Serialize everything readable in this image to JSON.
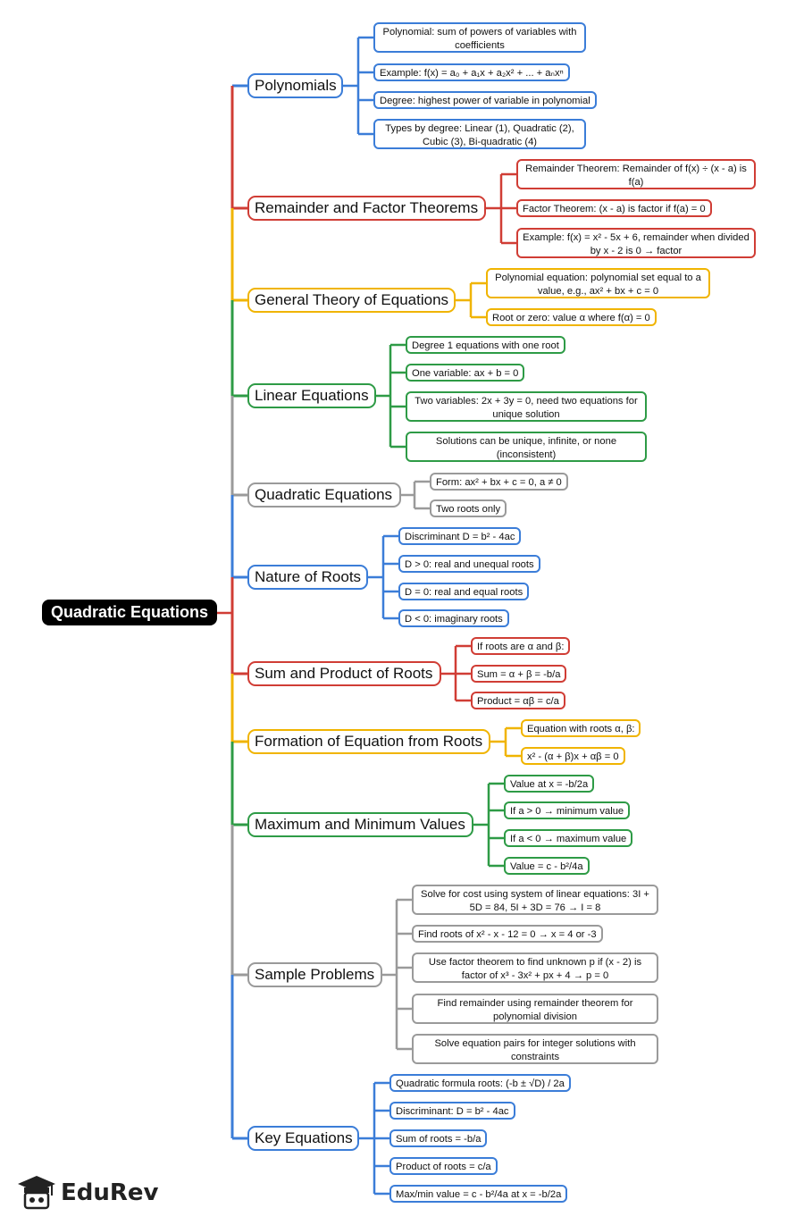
{
  "title": "Quadratic Equations",
  "brand": "EduRev",
  "colors": {
    "blue": "#3b7dd8",
    "red": "#d03d35",
    "yellow": "#f0b400",
    "green": "#2e9b46",
    "gray": "#9a9a9a"
  },
  "branches": [
    {
      "label": "Polynomials",
      "color": "blue",
      "leaves": [
        "Polynomial: sum of powers of variables with coefficients",
        "Example: f(x) = a₀ + a₁x + a₂x² + ... + aₙxⁿ",
        "Degree: highest power of variable in polynomial",
        "Types by degree: Linear (1), Quadratic (2), Cubic (3), Bi-quadratic (4)"
      ]
    },
    {
      "label": "Remainder and Factor Theorems",
      "color": "red",
      "leaves": [
        "Remainder Theorem: Remainder of f(x) ÷ (x - a) is f(a)",
        "Factor Theorem: (x - a) is factor if f(a) = 0",
        "Example: f(x) = x² - 5x + 6, remainder when divided by x - 2 is 0 → factor"
      ]
    },
    {
      "label": "General Theory of Equations",
      "color": "yellow",
      "leaves": [
        "Polynomial equation: polynomial set equal to a value, e.g., ax² + bx + c = 0",
        "Root or zero: value α where f(α) = 0"
      ]
    },
    {
      "label": "Linear Equations",
      "color": "green",
      "leaves": [
        "Degree 1 equations with one root",
        "One variable: ax + b = 0",
        "Two variables: 2x + 3y = 0, need two equations for unique solution",
        "Solutions can be unique, infinite, or none (inconsistent)"
      ]
    },
    {
      "label": "Quadratic Equations",
      "color": "gray",
      "leaves": [
        "Form: ax² + bx + c = 0, a ≠ 0",
        "Two roots only"
      ]
    },
    {
      "label": "Nature of Roots",
      "color": "blue",
      "leaves": [
        "Discriminant D = b² - 4ac",
        "D > 0: real and unequal roots",
        "D = 0: real and equal roots",
        "D < 0: imaginary roots"
      ]
    },
    {
      "label": "Sum and Product of Roots",
      "color": "red",
      "leaves": [
        "If roots are α and β:",
        "Sum = α + β = -b/a",
        "Product = αβ = c/a"
      ]
    },
    {
      "label": "Formation of Equation from Roots",
      "color": "yellow",
      "leaves": [
        "Equation with roots α, β:",
        "x² - (α + β)x + αβ = 0"
      ]
    },
    {
      "label": "Maximum and Minimum Values",
      "color": "green",
      "leaves": [
        "Value at x = -b/2a",
        "If a > 0 → minimum value",
        "If a < 0 → maximum value",
        "Value = c - b²/4a"
      ]
    },
    {
      "label": "Sample Problems",
      "color": "gray",
      "leaves": [
        "Solve for cost using system of linear equations: 3I + 5D = 84, 5I + 3D = 76 → I = 8",
        "Find roots of x² - x - 12 = 0 → x = 4 or -3",
        "Use factor theorem to find unknown p if (x - 2) is factor of x³ - 3x² + px + 4 → p = 0",
        "Find remainder using remainder theorem for polynomial division",
        "Solve equation pairs for integer solutions with constraints"
      ]
    },
    {
      "label": "Key Equations",
      "color": "blue",
      "leaves": [
        "Quadratic formula roots: (-b ± √D) / 2a",
        "Discriminant: D = b² - 4ac",
        "Sum of roots = -b/a",
        "Product of roots = c/a",
        "Max/min value = c - b²/4a at x = -b/2a"
      ]
    }
  ]
}
